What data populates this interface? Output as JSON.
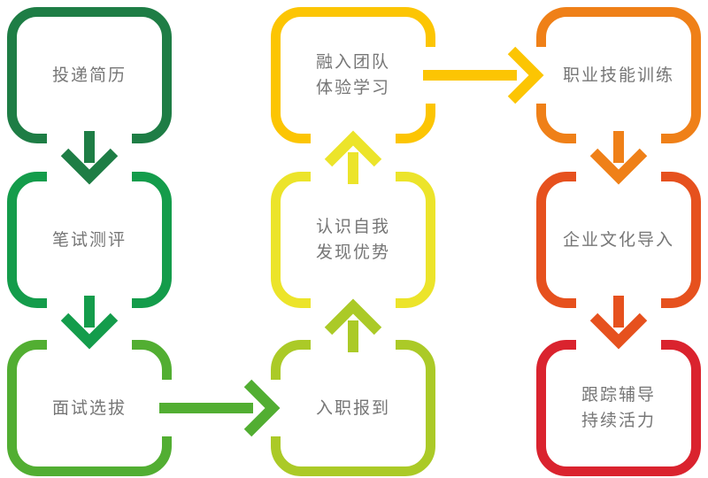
{
  "diagram": {
    "background": "#ffffff",
    "text_color": "#767676",
    "steps": [
      {
        "id": "submit-resume",
        "lines": [
          "投递简历"
        ],
        "color": "#1e7d45"
      },
      {
        "id": "written-test",
        "lines": [
          "笔试测评"
        ],
        "color": "#149c4b"
      },
      {
        "id": "interview-selection",
        "lines": [
          "面试选拔"
        ],
        "color": "#52ae32"
      },
      {
        "id": "onboarding",
        "lines": [
          "入职报到"
        ],
        "color": "#abca27"
      },
      {
        "id": "self-awareness",
        "lines": [
          "认识自我",
          "发现优势"
        ],
        "color": "#ece42a"
      },
      {
        "id": "team-integration",
        "lines": [
          "融入团队",
          "体验学习"
        ],
        "color": "#fcc503"
      },
      {
        "id": "skills-training",
        "lines": [
          "职业技能训练"
        ],
        "color": "#ef8018"
      },
      {
        "id": "culture-onboarding",
        "lines": [
          "企业文化导入"
        ],
        "color": "#e6511e"
      },
      {
        "id": "follow-up-coaching",
        "lines": [
          "跟踪辅导",
          "持续活力"
        ],
        "color": "#da232e"
      }
    ],
    "arrows": [
      {
        "from": "submit-resume",
        "to": "written-test",
        "direction": "down",
        "color": "#1e7d45"
      },
      {
        "from": "written-test",
        "to": "interview-selection",
        "direction": "down",
        "color": "#149c4b"
      },
      {
        "from": "interview-selection",
        "to": "onboarding",
        "direction": "right",
        "color": "#52ae32"
      },
      {
        "from": "onboarding",
        "to": "self-awareness",
        "direction": "up",
        "color": "#abca27"
      },
      {
        "from": "self-awareness",
        "to": "team-integration",
        "direction": "up",
        "color": "#ece42a"
      },
      {
        "from": "team-integration",
        "to": "skills-training",
        "direction": "right",
        "color": "#fcc503"
      },
      {
        "from": "skills-training",
        "to": "culture-onboarding",
        "direction": "down",
        "color": "#ef8018"
      },
      {
        "from": "culture-onboarding",
        "to": "follow-up-coaching",
        "direction": "down",
        "color": "#e6511e"
      }
    ]
  }
}
